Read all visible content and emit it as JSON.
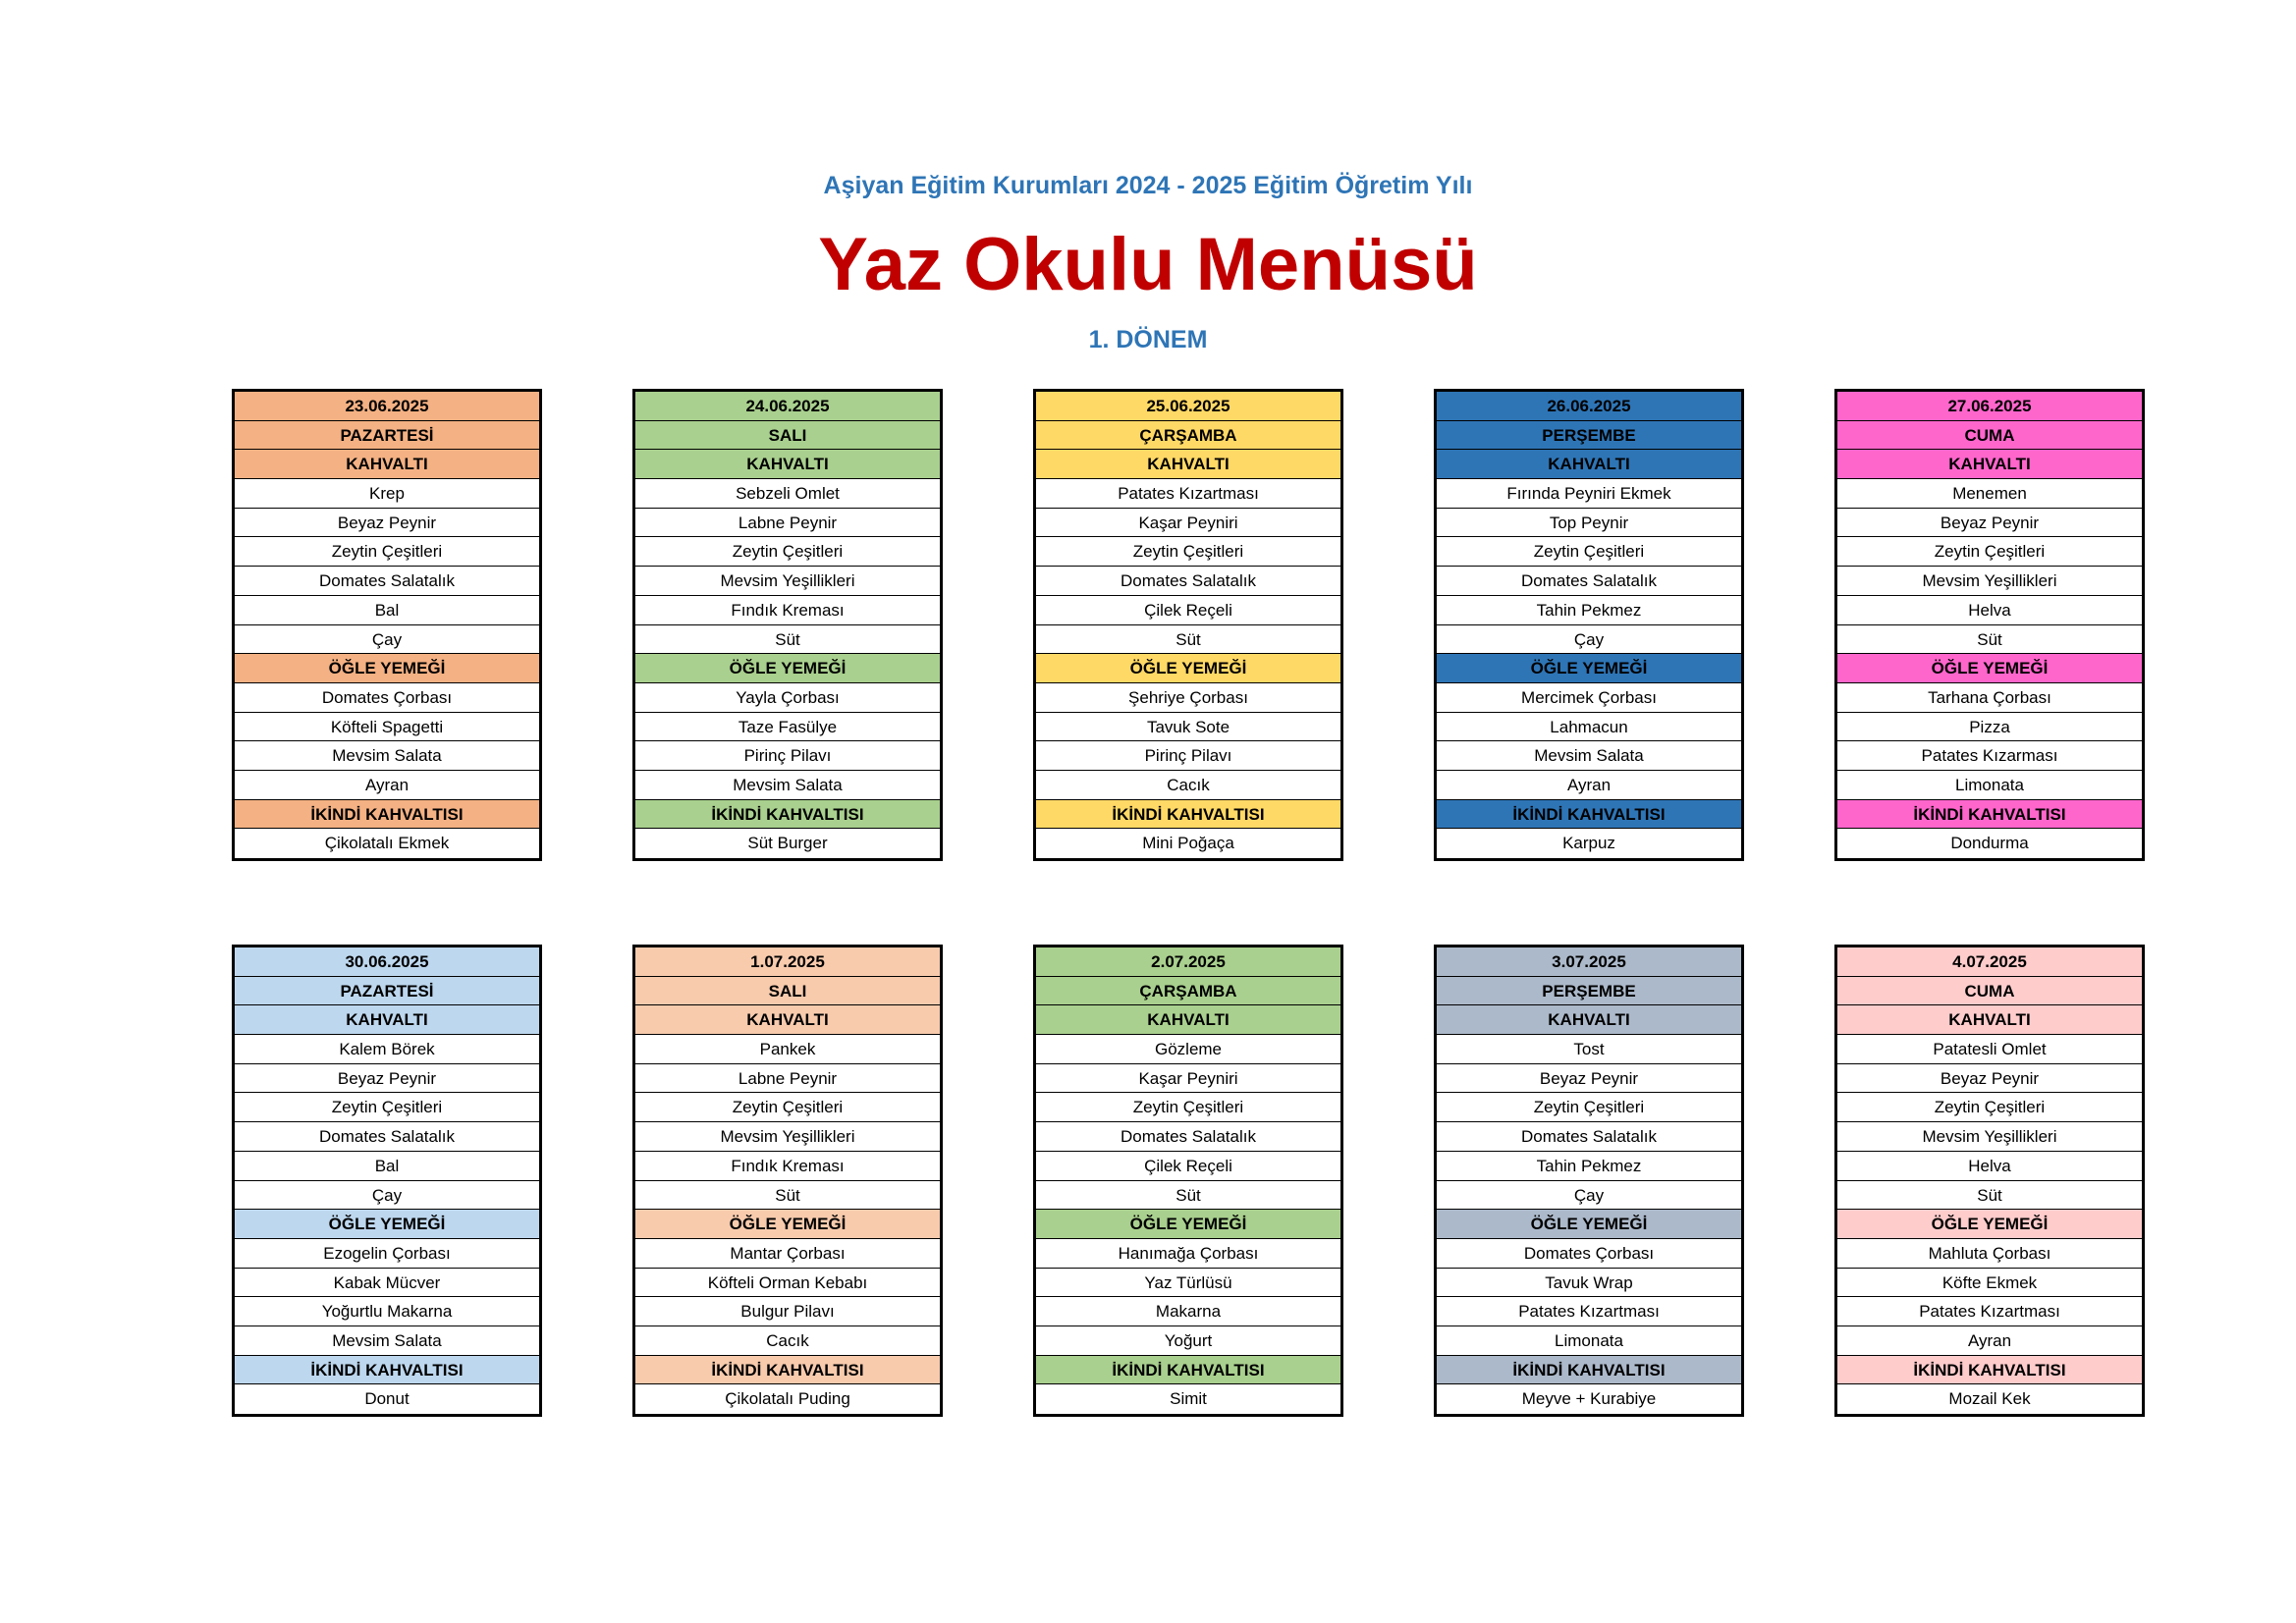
{
  "header": {
    "subtitle": "Aşiyan Eğitim Kurumları 2024 - 2025 Eğitim Öğretim Yılı",
    "title": "Yaz Okulu Menüsü",
    "term": "1. DÖNEM"
  },
  "section_labels": {
    "breakfast": "KAHVALTI",
    "lunch": "ÖĞLE YEMEĞİ",
    "snack": "İKİNDİ KAHVALTISI"
  },
  "weeks": [
    {
      "days": [
        {
          "date": "23.06.2025",
          "day": "PAZARTESİ",
          "color": "#f4b183",
          "breakfast": [
            "Krep",
            "Beyaz Peynir",
            "Zeytin Çeşitleri",
            "Domates Salatalık",
            "Bal",
            "Çay"
          ],
          "lunch": [
            "Domates Çorbası",
            "Köfteli Spagetti",
            "Mevsim Salata",
            "Ayran"
          ],
          "snack": [
            "Çikolatalı Ekmek"
          ]
        },
        {
          "date": "24.06.2025",
          "day": "SALI",
          "color": "#a9d08e",
          "breakfast": [
            "Sebzeli Omlet",
            "Labne Peynir",
            "Zeytin Çeşitleri",
            "Mevsim Yeşillikleri",
            "Fındık Kreması",
            "Süt"
          ],
          "lunch": [
            "Yayla Çorbası",
            "Taze Fasülye",
            "Pirinç Pilavı",
            "Mevsim Salata"
          ],
          "snack": [
            "Süt Burger"
          ]
        },
        {
          "date": "25.06.2025",
          "day": "ÇARŞAMBA",
          "color": "#ffd966",
          "breakfast": [
            "Patates Kızartması",
            "Kaşar Peyniri",
            "Zeytin Çeşitleri",
            "Domates Salatalık",
            "Çilek Reçeli",
            "Süt"
          ],
          "lunch": [
            "Şehriye Çorbası",
            "Tavuk Sote",
            "Pirinç Pilavı",
            "Cacık"
          ],
          "snack": [
            "Mini Poğaça"
          ]
        },
        {
          "date": "26.06.2025",
          "day": "PERŞEMBE",
          "color": "#2e75b6",
          "breakfast": [
            "Fırında Peyniri Ekmek",
            "Top Peynir",
            "Zeytin Çeşitleri",
            "Domates Salatalık",
            "Tahin Pekmez",
            "Çay"
          ],
          "lunch": [
            "Mercimek Çorbası",
            "Lahmacun",
            "Mevsim Salata",
            "Ayran"
          ],
          "snack": [
            "Karpuz"
          ]
        },
        {
          "date": "27.06.2025",
          "day": "CUMA",
          "color": "#ff66cc",
          "breakfast": [
            "Menemen",
            "Beyaz Peynir",
            "Zeytin Çeşitleri",
            "Mevsim Yeşillikleri",
            "Helva",
            "Süt"
          ],
          "lunch": [
            "Tarhana Çorbası",
            "Pizza",
            "Patates Kızarması",
            "Limonata"
          ],
          "snack": [
            "Dondurma"
          ]
        }
      ]
    },
    {
      "days": [
        {
          "date": "30.06.2025",
          "day": "PAZARTESİ",
          "color": "#bdd7ee",
          "breakfast": [
            "Kalem Börek",
            "Beyaz Peynir",
            "Zeytin Çeşitleri",
            "Domates Salatalık",
            "Bal",
            "Çay"
          ],
          "lunch": [
            "Ezogelin Çorbası",
            "Kabak Mücver",
            "Yoğurtlu Makarna",
            "Mevsim Salata"
          ],
          "snack": [
            "Donut"
          ]
        },
        {
          "date": "1.07.2025",
          "day": "SALI",
          "color": "#f8cbad",
          "breakfast": [
            "Pankek",
            "Labne Peynir",
            "Zeytin Çeşitleri",
            "Mevsim Yeşillikleri",
            "Fındık Kreması",
            "Süt"
          ],
          "lunch": [
            "Mantar Çorbası",
            "Köfteli Orman Kebabı",
            "Bulgur Pilavı",
            "Cacık"
          ],
          "snack": [
            "Çikolatalı Puding"
          ]
        },
        {
          "date": "2.07.2025",
          "day": "ÇARŞAMBA",
          "color": "#a9d08e",
          "breakfast": [
            "Gözleme",
            "Kaşar Peyniri",
            "Zeytin Çeşitleri",
            "Domates Salatalık",
            "Çilek Reçeli",
            "Süt"
          ],
          "lunch": [
            "Hanımağa Çorbası",
            "Yaz Türlüsü",
            "Makarna",
            "Yoğurt"
          ],
          "snack": [
            "Simit"
          ]
        },
        {
          "date": "3.07.2025",
          "day": "PERŞEMBE",
          "color": "#acb9ca",
          "breakfast": [
            "Tost",
            "Beyaz Peynir",
            "Zeytin Çeşitleri",
            "Domates Salatalık",
            "Tahin Pekmez",
            "Çay"
          ],
          "lunch": [
            "Domates Çorbası",
            "Tavuk Wrap",
            "Patates Kızartması",
            "Limonata"
          ],
          "snack": [
            "Meyve + Kurabiye"
          ]
        },
        {
          "date": "4.07.2025",
          "day": "CUMA",
          "color": "#ffcccc",
          "breakfast": [
            "Patatesli Omlet",
            "Beyaz Peynir",
            "Zeytin Çeşitleri",
            "Mevsim Yeşillikleri",
            "Helva",
            "Süt"
          ],
          "lunch": [
            "Mahluta Çorbası",
            "Köfte Ekmek",
            "Patates Kızartması",
            "Ayran"
          ],
          "snack": [
            "Mozail Kek"
          ]
        }
      ]
    }
  ]
}
